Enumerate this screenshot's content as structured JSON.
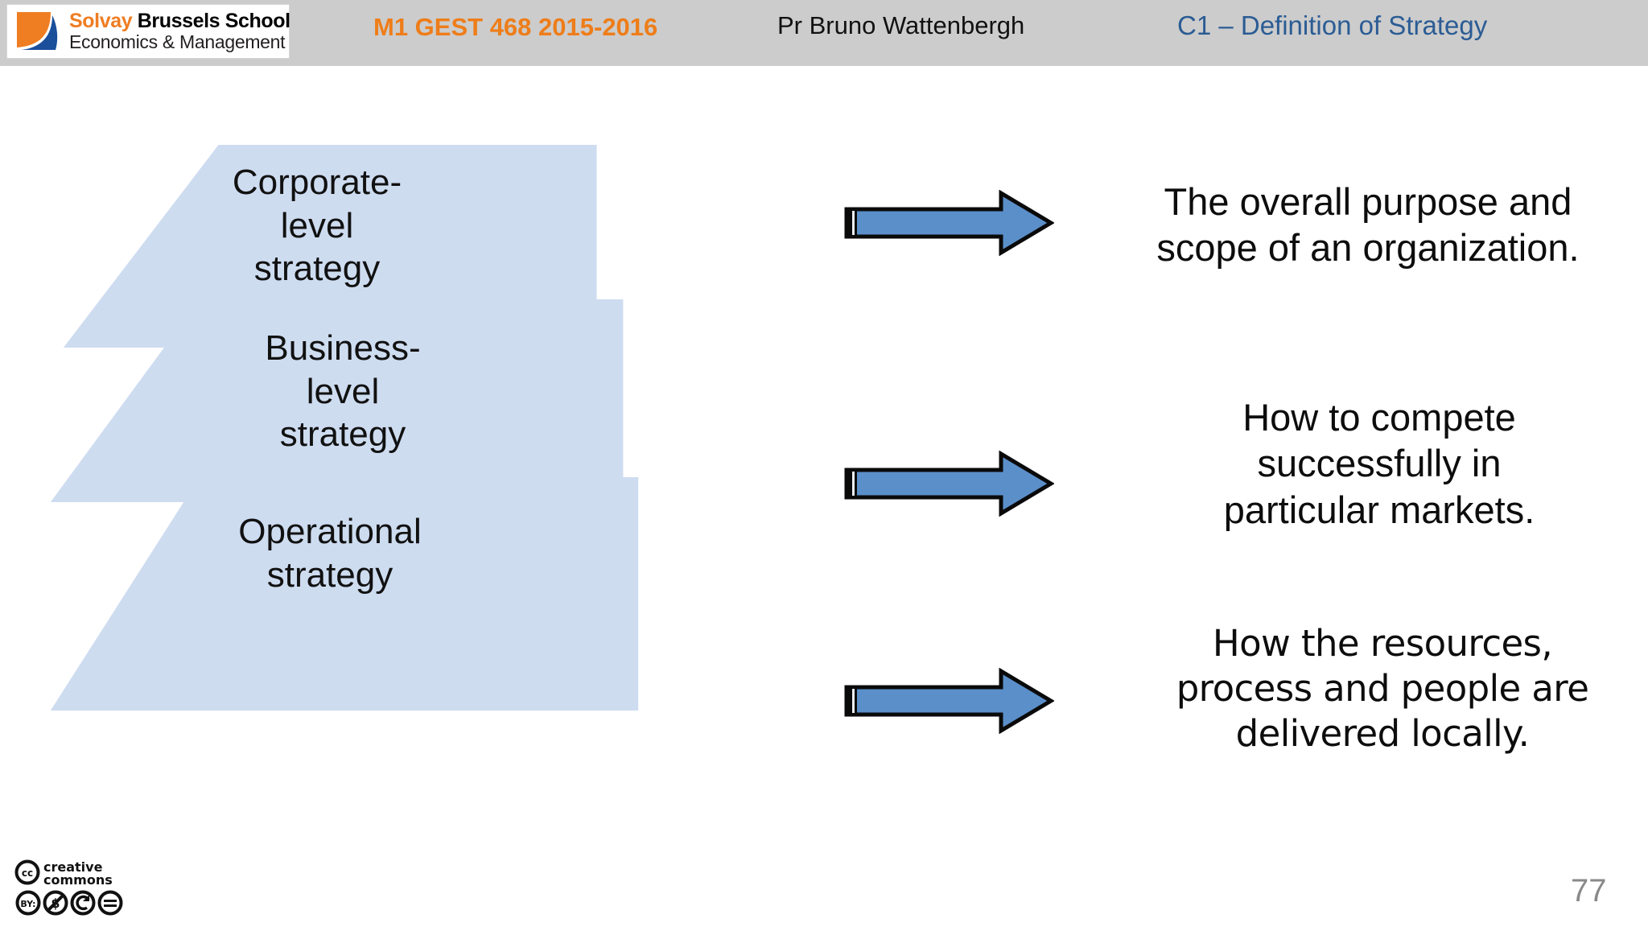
{
  "header": {
    "logo": {
      "line1_brand": "Solvay",
      "line1_rest": "Brussels School",
      "line2": "Economics & Management",
      "brand_color": "#ef7d22",
      "accent_color": "#1b4e9b"
    },
    "course": "M1 GEST 468  2015-2016",
    "course_color": "#ee7d19",
    "professor": "Pr Bruno Wattenbergh",
    "chapter": "C1 – Definition of Strategy",
    "chapter_color": "#2b5c94",
    "band_color": "#cccccc"
  },
  "diagram": {
    "shape_fill": "#cedcf0",
    "arrow_fill": "#5b8fc9",
    "arrow_outline": "#0a0a0a",
    "levels": [
      {
        "label_lines": [
          "Corporate-",
          "level",
          "strategy"
        ],
        "description_lines": [
          "The overall purpose and",
          "scope of an organization."
        ]
      },
      {
        "label_lines": [
          "Business-",
          "level",
          "strategy"
        ],
        "description_lines": [
          "How to compete",
          "successfully in",
          "particular markets."
        ]
      },
      {
        "label_lines": [
          "Operational",
          "strategy"
        ],
        "description_lines": [
          "How the resources,",
          "process and people are",
          "delivered locally."
        ]
      }
    ]
  },
  "footer": {
    "license": {
      "cc_text": "cc",
      "name_line1": "creative",
      "name_line2": "commons",
      "by_text": "BY:"
    },
    "page_number": "77",
    "page_number_color": "#898989"
  }
}
